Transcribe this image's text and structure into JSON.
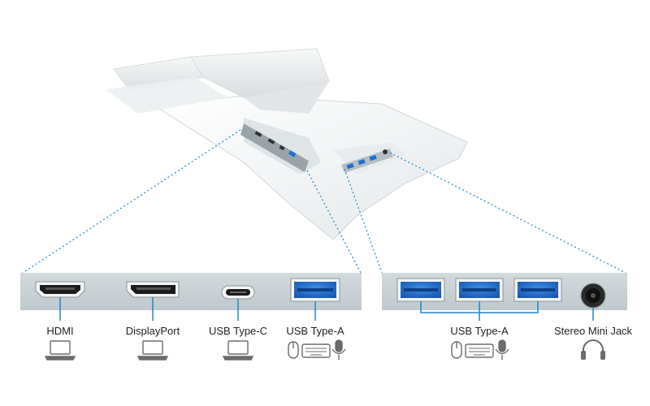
{
  "left_panel": {
    "ports": [
      {
        "label": "HDMI",
        "device_icons": [
          "laptop-icon"
        ]
      },
      {
        "label": "DisplayPort",
        "device_icons": [
          "laptop-icon"
        ]
      },
      {
        "label": "USB Type-C",
        "device_icons": [
          "laptop-icon"
        ]
      },
      {
        "label": "USB Type-A",
        "device_icons": [
          "mouse-icon",
          "keyboard-icon",
          "microphone-icon"
        ]
      }
    ]
  },
  "right_panel": {
    "ports": [
      {
        "label": "USB Type-A",
        "count": 3,
        "device_icons": [
          "mouse-icon",
          "keyboard-icon",
          "microphone-icon"
        ]
      },
      {
        "label": "Stereo Mini Jack",
        "device_icons": [
          "headphones-icon"
        ]
      }
    ]
  },
  "colors": {
    "panel": "#c9d2d6",
    "usb_blue": "#1f6fd1",
    "callout_line": "#1d86c8",
    "icon_gray": "#6b6b6b",
    "monitor_white": "#f3f5f6"
  }
}
